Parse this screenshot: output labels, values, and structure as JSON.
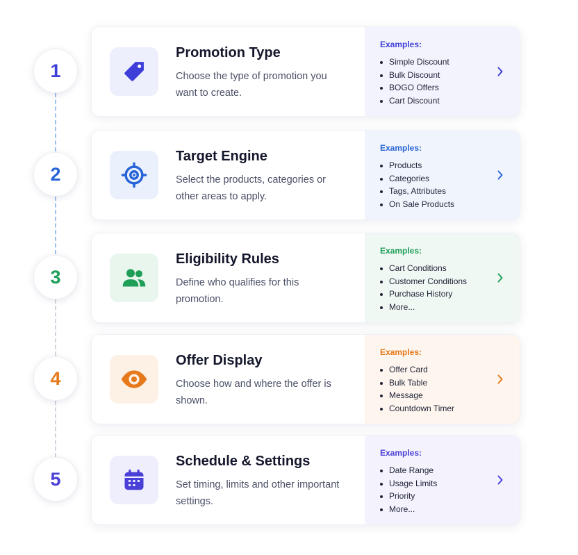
{
  "steps": [
    {
      "number": "1",
      "title": "Promotion Type",
      "description": "Choose the type of promotion you want to create.",
      "examples_label": "Examples:",
      "examples": [
        "Simple Discount",
        "Bulk Discount",
        "BOGO Offers",
        "Cart Discount"
      ],
      "icon": "tag-icon",
      "accent": "#3d3fd8",
      "icon_bg": "#eeeffd",
      "side_bg": "#f3f3fd"
    },
    {
      "number": "2",
      "title": "Target Engine",
      "description": "Select the products, categories or other areas to apply.",
      "examples_label": "Examples:",
      "examples": [
        "Products",
        "Categories",
        "Tags, Attributes",
        "On Sale Products"
      ],
      "icon": "target-icon",
      "accent": "#2864d8",
      "icon_bg": "#eaf1fd",
      "side_bg": "#f0f5fd"
    },
    {
      "number": "3",
      "title": "Eligibility Rules",
      "description": "Define who qualifies for this promotion.",
      "examples_label": "Examples:",
      "examples": [
        "Cart Conditions",
        "Customer Conditions",
        "Purchase History",
        "More..."
      ],
      "icon": "users-icon",
      "accent": "#1e9e57",
      "icon_bg": "#e8f6ee",
      "side_bg": "#f0f8f3"
    },
    {
      "number": "4",
      "title": "Offer Display",
      "description": "Choose how and where the offer is shown.",
      "examples_label": "Examples:",
      "examples": [
        "Offer Card",
        "Bulk Table",
        "Message",
        "Countdown Timer"
      ],
      "icon": "eye-icon",
      "accent": "#e5791b",
      "icon_bg": "#fdf0e4",
      "side_bg": "#fdf5ee"
    },
    {
      "number": "5",
      "title": "Schedule & Settings",
      "description": "Set timing, limits and other important settings.",
      "examples_label": "Examples:",
      "examples": [
        "Date Range",
        "Usage Limits",
        "Priority",
        "More..."
      ],
      "icon": "calendar-icon",
      "accent": "#4a3fd6",
      "icon_bg": "#efeefd",
      "side_bg": "#f3f2fd"
    }
  ]
}
